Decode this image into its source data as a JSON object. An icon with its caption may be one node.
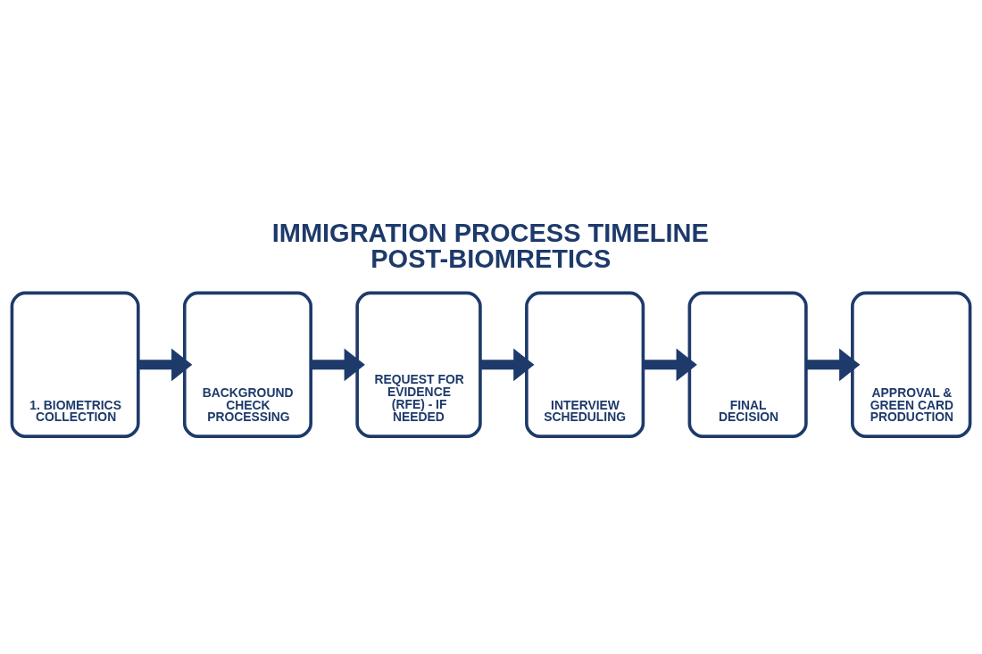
{
  "diagram": {
    "title": "IMMIGRATION PROCESS TIMELINE POST-BIOMRETICS",
    "nodes": [
      {
        "text": [
          "1. BIOMETRICS COLLECTION"
        ]
      },
      {
        "text": [
          "BACKGROUND CHECK PROCESSING"
        ]
      },
      {
        "text": [
          "REQUEST FOR EVIDENCE (RFE) - IF NEEDED"
        ]
      },
      {
        "text": [
          "INTERVIEW SCHEDULING"
        ]
      },
      {
        "text": [
          "FINAL DECISION"
        ]
      },
      {
        "text": [
          "APPROVAL & GREEN CARD PRODUCTION"
        ]
      }
    ],
    "edges": [
      {
        "from": 0,
        "to": 1,
        "arrow": "to"
      },
      {
        "from": 1,
        "to": 2,
        "arrow": "to"
      },
      {
        "from": 2,
        "to": 3,
        "arrow": "to"
      },
      {
        "from": 3,
        "to": 4,
        "arrow": "to"
      },
      {
        "from": 4,
        "to": 5,
        "arrow": "to"
      }
    ]
  }
}
